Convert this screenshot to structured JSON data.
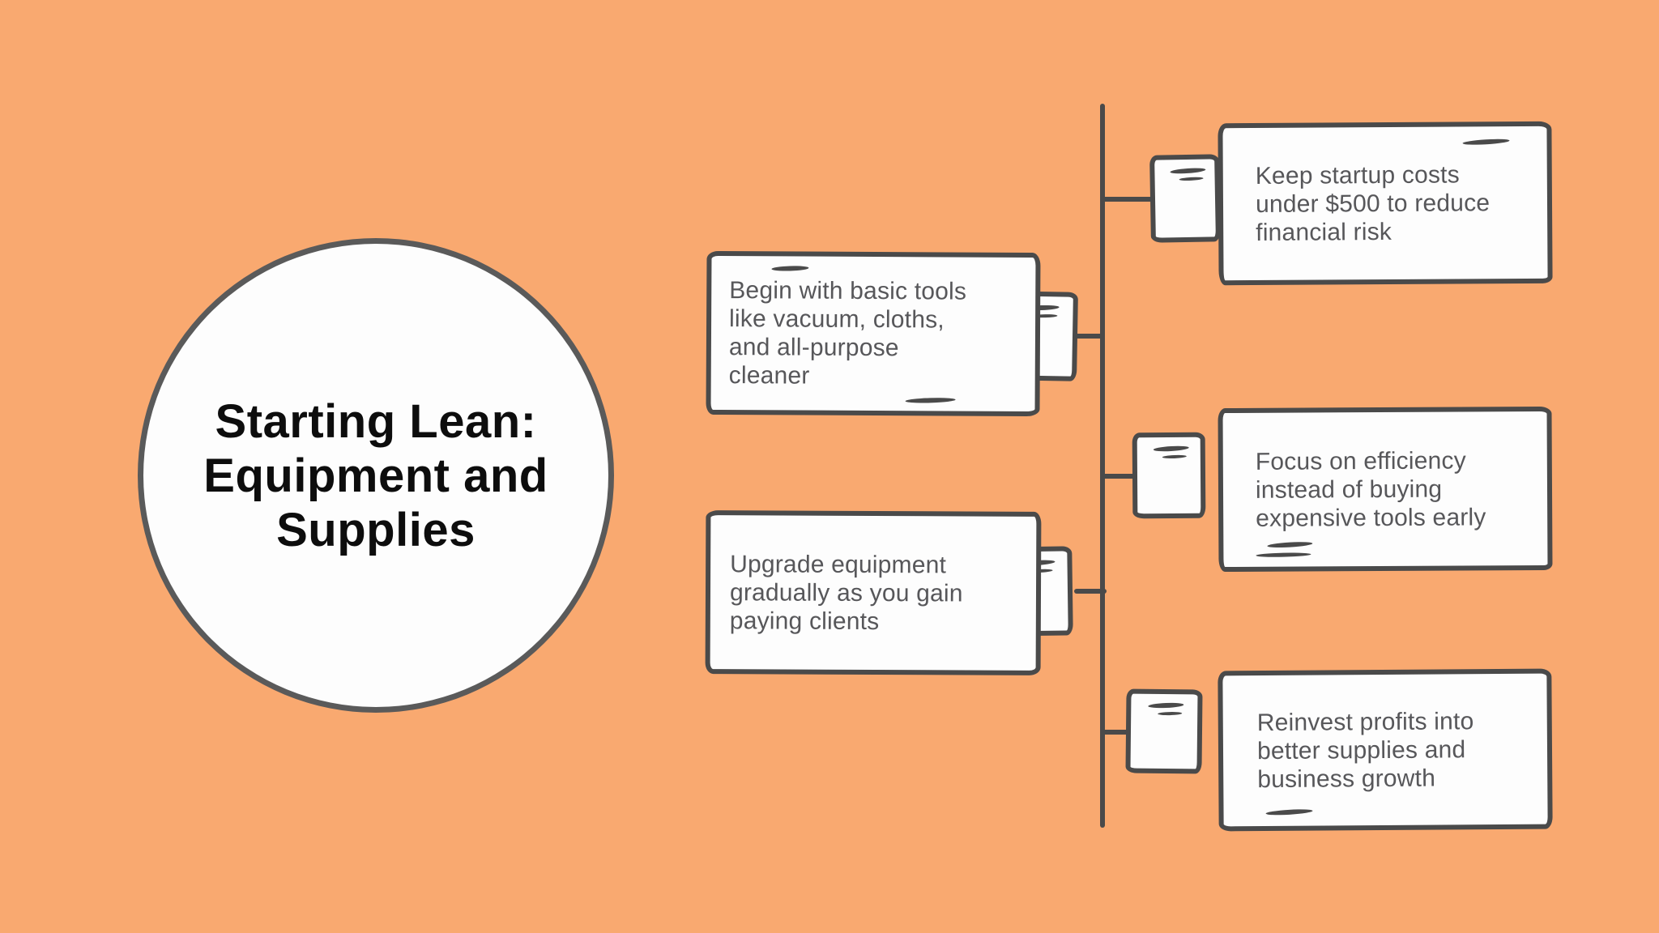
{
  "palette": {
    "background": "#F9A970",
    "stroke": "#4A4A4A",
    "card_fill": "#FDFDFD",
    "title_color": "#0D0D0D",
    "body_text_color": "#57575A"
  },
  "center_topic": {
    "title": "Starting Lean: Equipment and Supplies",
    "title_lines": [
      "Starting Lean:",
      "Equipment and",
      "Supplies"
    ]
  },
  "branches": [
    {
      "side": "right",
      "label": "Keep startup costs under $500 to reduce financial risk",
      "lines": [
        "Keep startup costs",
        "under $500 to reduce",
        "financial risk"
      ]
    },
    {
      "side": "left",
      "label": "Begin with basic tools like vacuum, cloths, and all-purpose cleaner",
      "lines": [
        "Begin with basic tools",
        "like vacuum, cloths,",
        "and all-purpose",
        "cleaner"
      ]
    },
    {
      "side": "right",
      "label": "Focus on efficiency instead of buying expensive tools early",
      "lines": [
        "Focus on efficiency",
        "instead of buying",
        "expensive tools early"
      ]
    },
    {
      "side": "left",
      "label": "Upgrade equipment gradually as you gain paying clients",
      "lines": [
        "Upgrade equipment",
        "gradually as you gain",
        "paying clients"
      ]
    },
    {
      "side": "right",
      "label": "Reinvest profits into better supplies and business growth",
      "lines": [
        "Reinvest profits into",
        "better supplies and",
        "business growth"
      ]
    }
  ]
}
